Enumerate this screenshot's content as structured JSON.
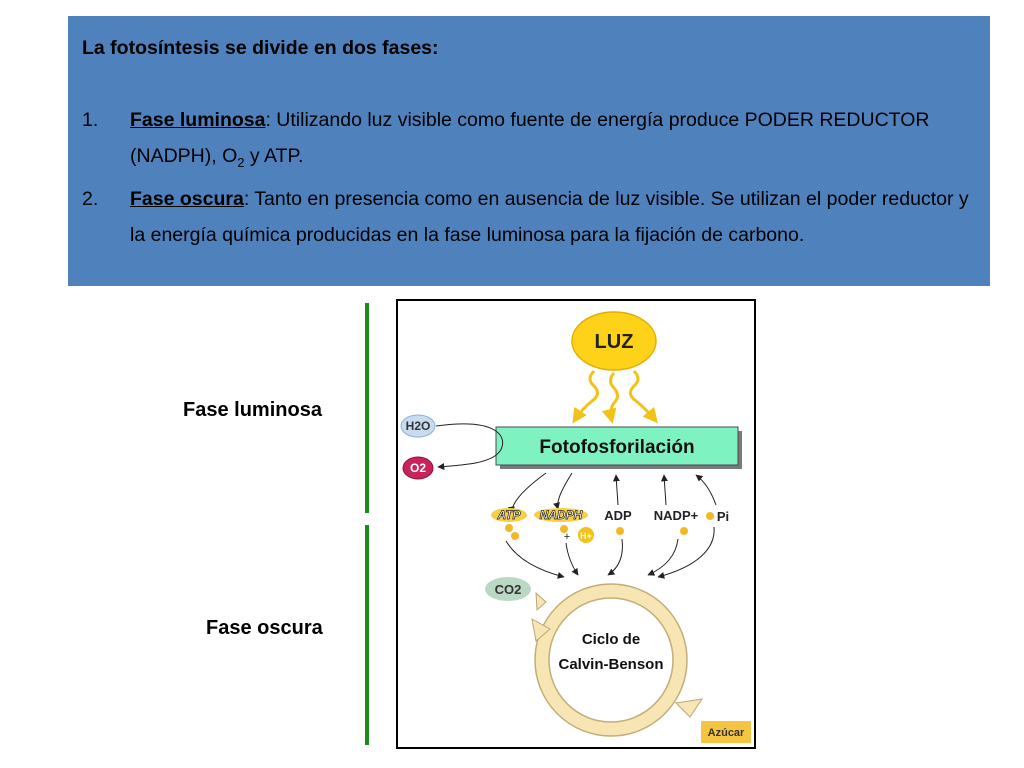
{
  "intro": {
    "title": "La fotosíntesis se divide en dos fases:",
    "items": [
      {
        "number": "1.",
        "term": "Fase luminosa",
        "text_a": ": Utilizando luz visible como fuente de energía produce PODER REDUCTOR  (NADPH), O",
        "sub": "2",
        "text_b": " y ATP."
      },
      {
        "number": "2.",
        "term": "Fase oscura",
        "text_a": ": Tanto en presencia como en ausencia de luz visible. Se utilizan el poder reductor y la energía química producidas en la fase luminosa para la fijación de carbono."
      }
    ]
  },
  "labels": {
    "phase_light": "Fase luminosa",
    "phase_dark": "Fase oscura"
  },
  "diagram": {
    "sun": "LUZ",
    "photophos": "Fotofosforilación",
    "h2o": "H2O",
    "o2": "O2",
    "atp": "ATP",
    "nadph": "NADPH",
    "adp": "ADP",
    "nadp": "NADP+",
    "pi": "Pi",
    "plus": "+",
    "hplus": "H+",
    "co2": "CO2",
    "cycle_line1": "Ciclo de",
    "cycle_line2": "Calvin-Benson",
    "sugar": "Azúcar"
  },
  "colors": {
    "panel_blue": "#4f81bd",
    "phase_bar_green": "#1e8a1e",
    "sun_yellow": "#ffd21a",
    "photophos_green": "#7ff2c2",
    "o2_red": "#c8235a",
    "cycle_beige": "#f7e6b3"
  }
}
